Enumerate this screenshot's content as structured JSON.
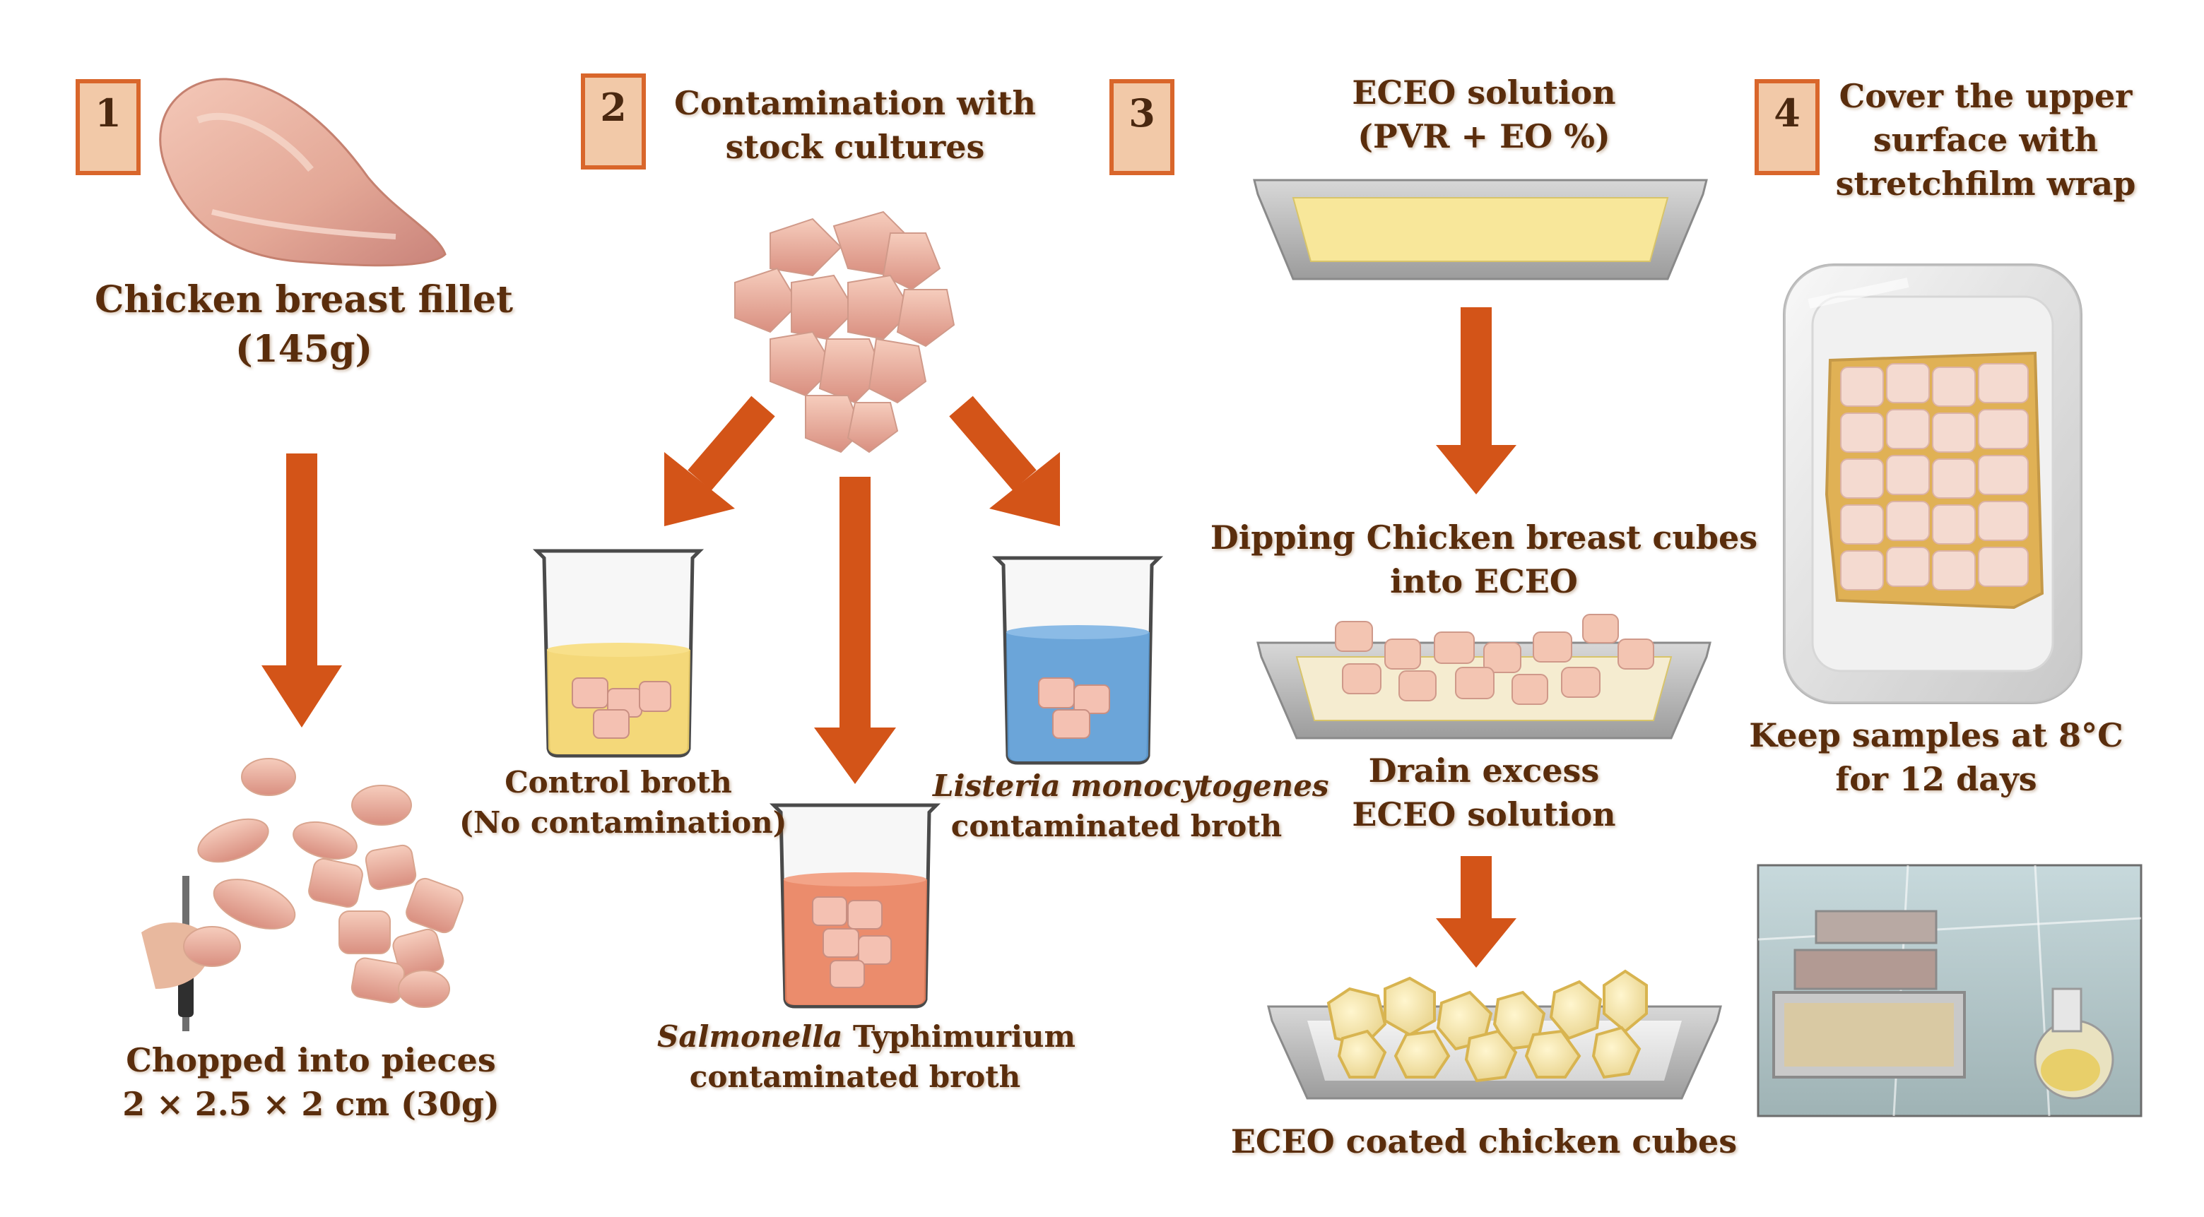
{
  "steps": {
    "s1": "1",
    "s2": "2",
    "s3": "3",
    "s4": "4"
  },
  "step1": {
    "title_line1": "Chicken breast fillet",
    "title_line2": "(145g)",
    "chopped_line1": "Chopped into pieces",
    "chopped_line2": "2 × 2.5 × 2 cm (30g)"
  },
  "step2": {
    "title_line1": "Contamination with",
    "title_line2": "stock cultures",
    "control_line1": "Control broth",
    "control_line2": "(No contamination)",
    "listeria_italic": "Listeria monocytogenes",
    "listeria_line2": "contaminated broth",
    "salmonella_italic": "Salmonella",
    "salmonella_rest": " Typhimurium",
    "salmonella_line2": "contaminated broth"
  },
  "step3": {
    "title_line1": "ECEO solution",
    "title_line2": "(PVR + EO %)",
    "dip_line1": "Dipping Chicken breast cubes",
    "dip_line2": "into ECEO",
    "drain_line1": "Drain excess",
    "drain_line2": "ECEO solution",
    "coated": "ECEO coated chicken cubes"
  },
  "step4": {
    "title_line1": "Cover the upper",
    "title_line2": "surface with",
    "title_line3": "stretchfilm wrap",
    "keep_line1": "Keep samples at 8°C",
    "keep_line2": "for 12 days"
  },
  "colors": {
    "arrow": "#d35418",
    "badge_fill": "#f2c9a8",
    "badge_border": "#d9662b",
    "text": "#5a2d0c",
    "control_broth": "#f3d46a",
    "listeria_broth": "#5b9bd5",
    "salmonella_broth": "#e9805c",
    "eceo_solution": "#f8e79a",
    "meat": "#f3b8a4"
  }
}
